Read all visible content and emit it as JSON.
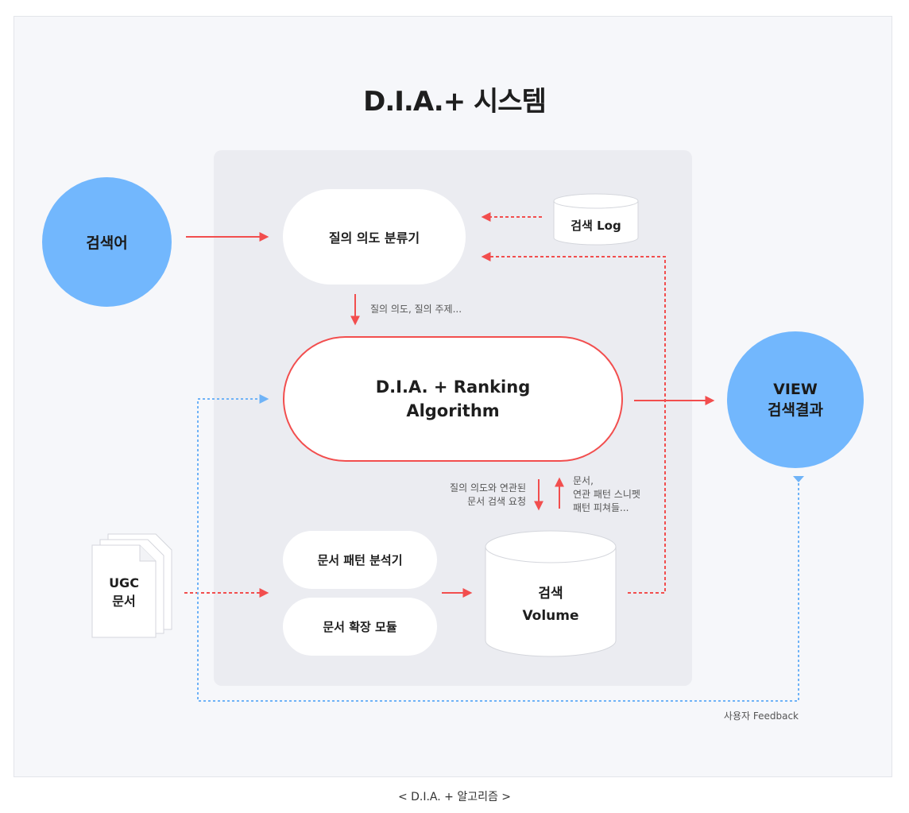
{
  "title": "D.I.A.+ 시스템",
  "nodes": {
    "query": "검색어",
    "intent_classifier": "질의 의도 분류기",
    "search_log": "검색 Log",
    "ranking_line1": "D.I.A. + Ranking",
    "ranking_line2": "Algorithm",
    "view_line1": "VIEW",
    "view_line2": "검색결과",
    "ugc_line1": "UGC",
    "ugc_line2": "문서",
    "pattern_analyzer": "문서 패턴 분석기",
    "expansion_module": "문서 확장 모듈",
    "volume_line1": "검색",
    "volume_line2": "Volume"
  },
  "labels": {
    "intent_topic": "질의 의도, 질의 주제...",
    "request_line1": "질의 의도와 연관된",
    "request_line2": "문서 검색 요청",
    "response_line1": "문서,",
    "response_line2": "연관 패턴 스니펫",
    "response_line3": "패턴 피쳐들...",
    "feedback": "사용자 Feedback"
  },
  "caption": "< D.I.A. + 알고리즘 >",
  "colors": {
    "blue_node": "#72b7fd",
    "red_accent": "#f24e4e",
    "blue_dotted": "#6fb3f7",
    "background": "#f6f7fa",
    "inner_panel": "#ebecf1"
  }
}
